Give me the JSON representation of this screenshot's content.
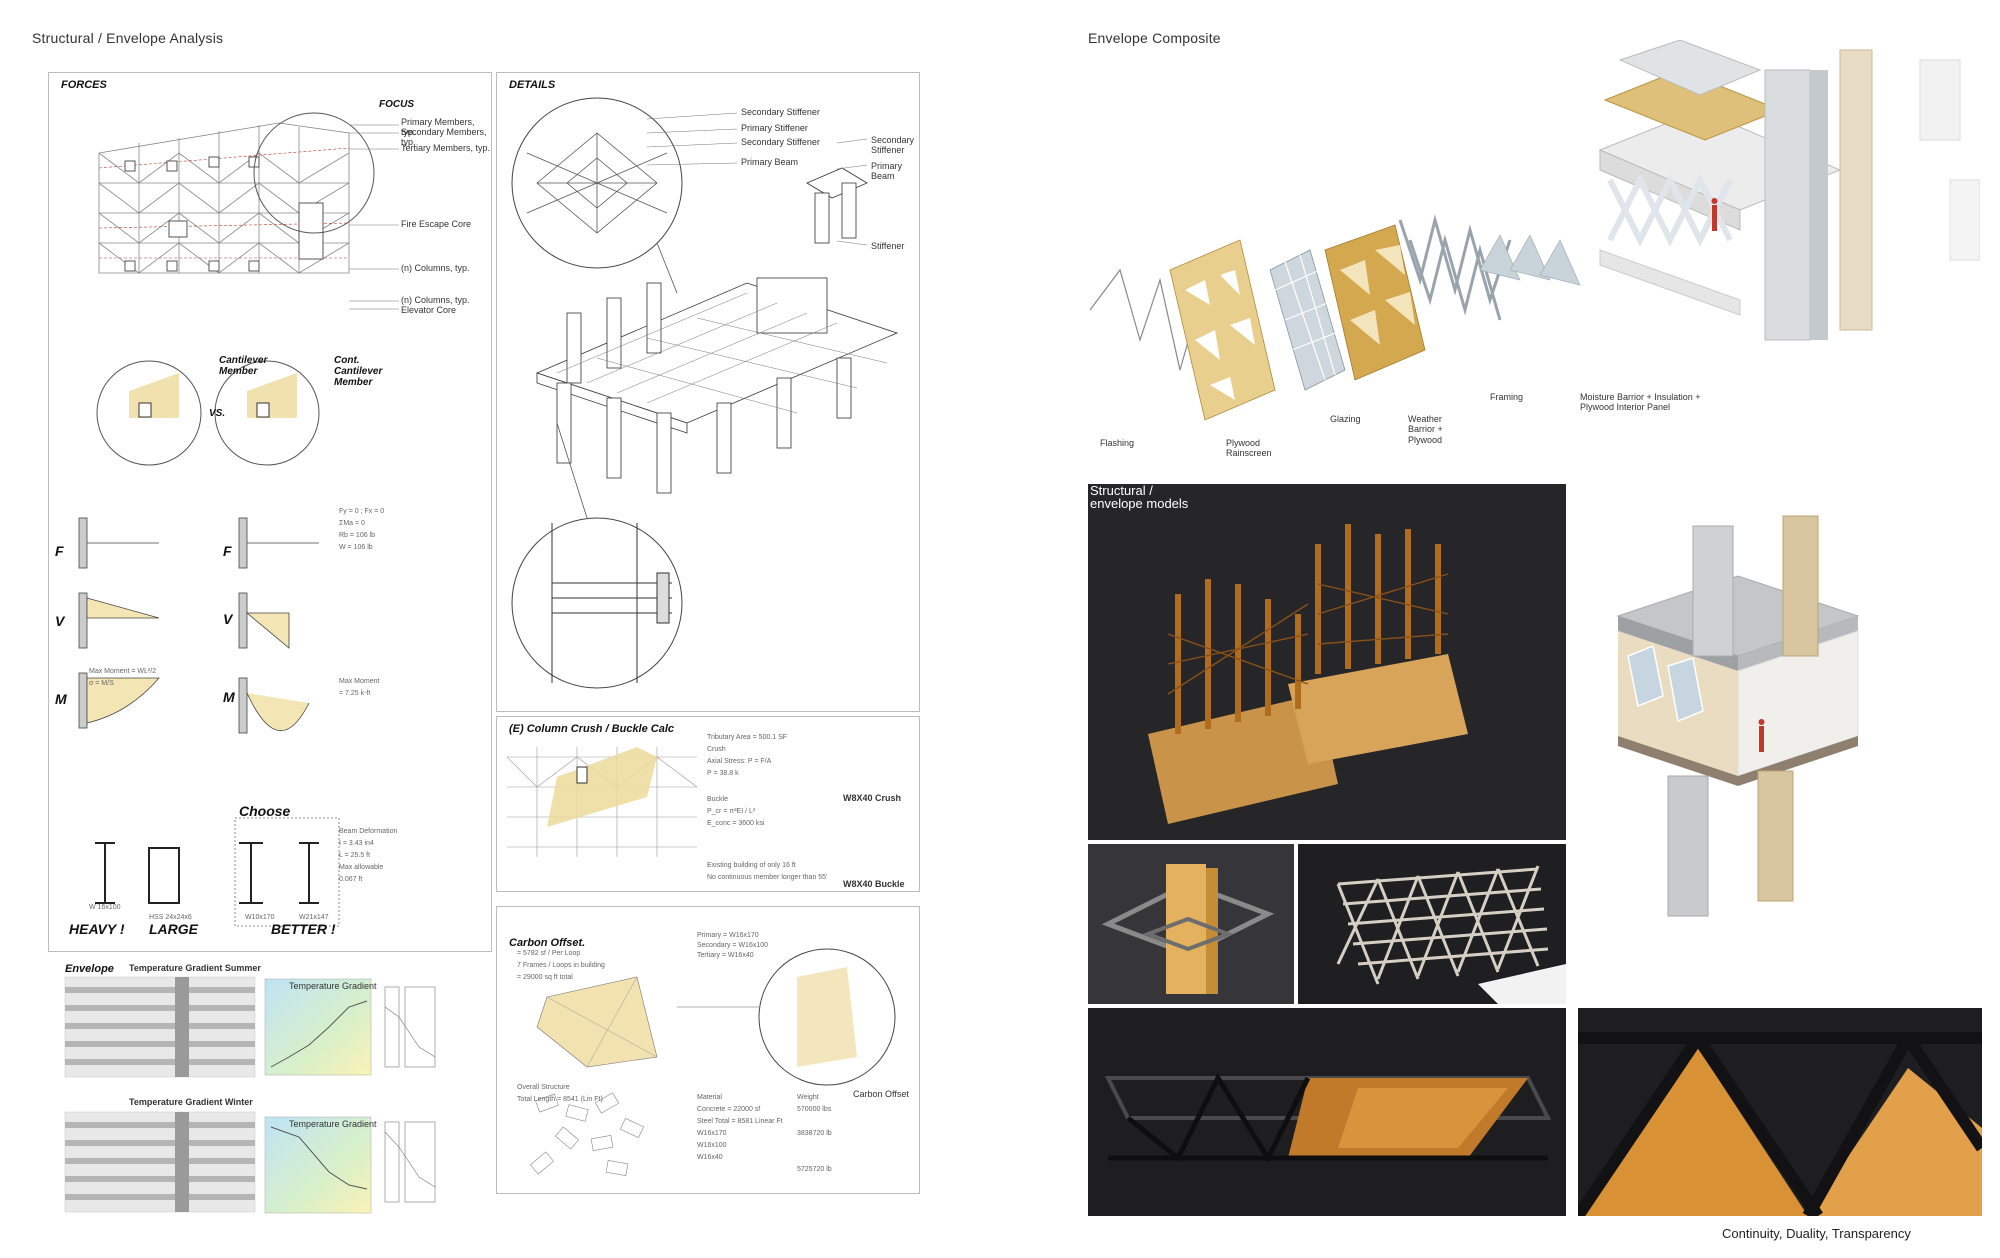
{
  "left": {
    "title": "Structural / Envelope Analysis",
    "forces": {
      "title": "FORCES",
      "focus": "FOCUS",
      "callouts": [
        "Primary Members, typ.",
        "Secondary Members, typ.",
        "Tertiary Members, typ.",
        "Fire Escape Core",
        "(n) Columns, typ.",
        "(n) Columns, typ.",
        "Elevator Core"
      ],
      "cantilever": "Cantilever Member",
      "vs": "VS.",
      "cont_cantilever": "Cont. Cantilever Member",
      "f_label": "F",
      "v_label": "V",
      "m_label": "M",
      "choose": "Choose",
      "heavy": "HEAVY !",
      "large": "LARGE",
      "better": "BETTER !"
    },
    "details": {
      "title": "DETAILS",
      "callouts": [
        "Secondary Stiffener",
        "Primary Stiffener",
        "Secondary Stiffener",
        "Primary Beam",
        "Secondary Stiffener",
        "Primary Beam",
        "Stiffener"
      ]
    },
    "column_crush": {
      "title": "(E) Column Crush / Buckle Calc",
      "crush_tag": "W8X40 Crush",
      "buckle_tag": "W8X40 Buckle"
    },
    "envelope": {
      "title": "Envelope",
      "table1_title": "Temperature Gradient Summer",
      "table2_title": "Temperature Gradient Winter",
      "chart_title": "Temperature Gradient"
    },
    "carbon": {
      "title": "Carbon Offset.",
      "right_title": "Carbon Offset"
    }
  },
  "right": {
    "title": "Envelope Composite",
    "layers": [
      "Flashing",
      "Plywood Rainscreen",
      "Glazing",
      "Weather Barrior + Plywood",
      "Framing",
      "Moisture Barrior + Insulation + Plywood Interior Panel"
    ],
    "models_label": "Structural / envelope models",
    "caption": "Continuity, Duality, Transparency"
  },
  "colors": {
    "panel_border": "#bdbdbd",
    "wood": "#d9a441",
    "wood_light": "#e9cf8e",
    "dark_bg": "#1d1d1f",
    "accent_red": "#c0392b"
  }
}
